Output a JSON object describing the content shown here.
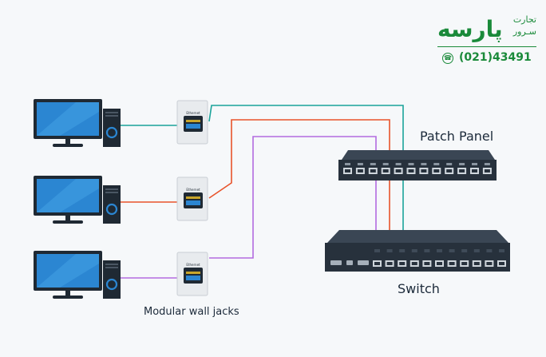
{
  "labels": {
    "patch_panel": "Patch Panel",
    "switch": "Switch",
    "wall_jacks": "Modular wall jacks"
  },
  "logo": {
    "name": "پارسه",
    "line1": "تجارت",
    "line2": "سـرور",
    "phone": "(021)43491"
  },
  "jack_text": "Ethernet",
  "colors": {
    "teal": "#1aa39a",
    "orange": "#e8532a",
    "purple": "#b36be0",
    "brand": "#1a8a3a",
    "monitor": "#2b86d2",
    "device": "#1f2933"
  }
}
